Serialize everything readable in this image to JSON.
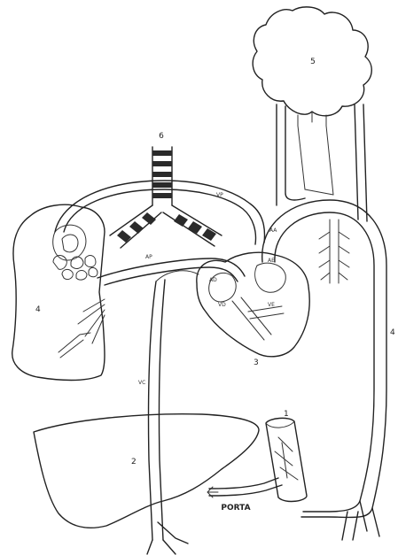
{
  "labels": {
    "brain": "5",
    "trachea": "6",
    "lung": "4",
    "heart": "3",
    "liver": "2",
    "intestine": "1",
    "aorta_number": "4",
    "portal": "PORTA",
    "vena_cava": "VC",
    "pulmonary_artery": "AP",
    "aorta": "AA",
    "pulmonary_vein": "VP",
    "left_atrium": "AE",
    "right_atrium": "AD",
    "right_ventricle": "VD",
    "left_ventricle": "VE"
  },
  "colors": {
    "ink": "#222222",
    "paper": "#ffffff"
  }
}
